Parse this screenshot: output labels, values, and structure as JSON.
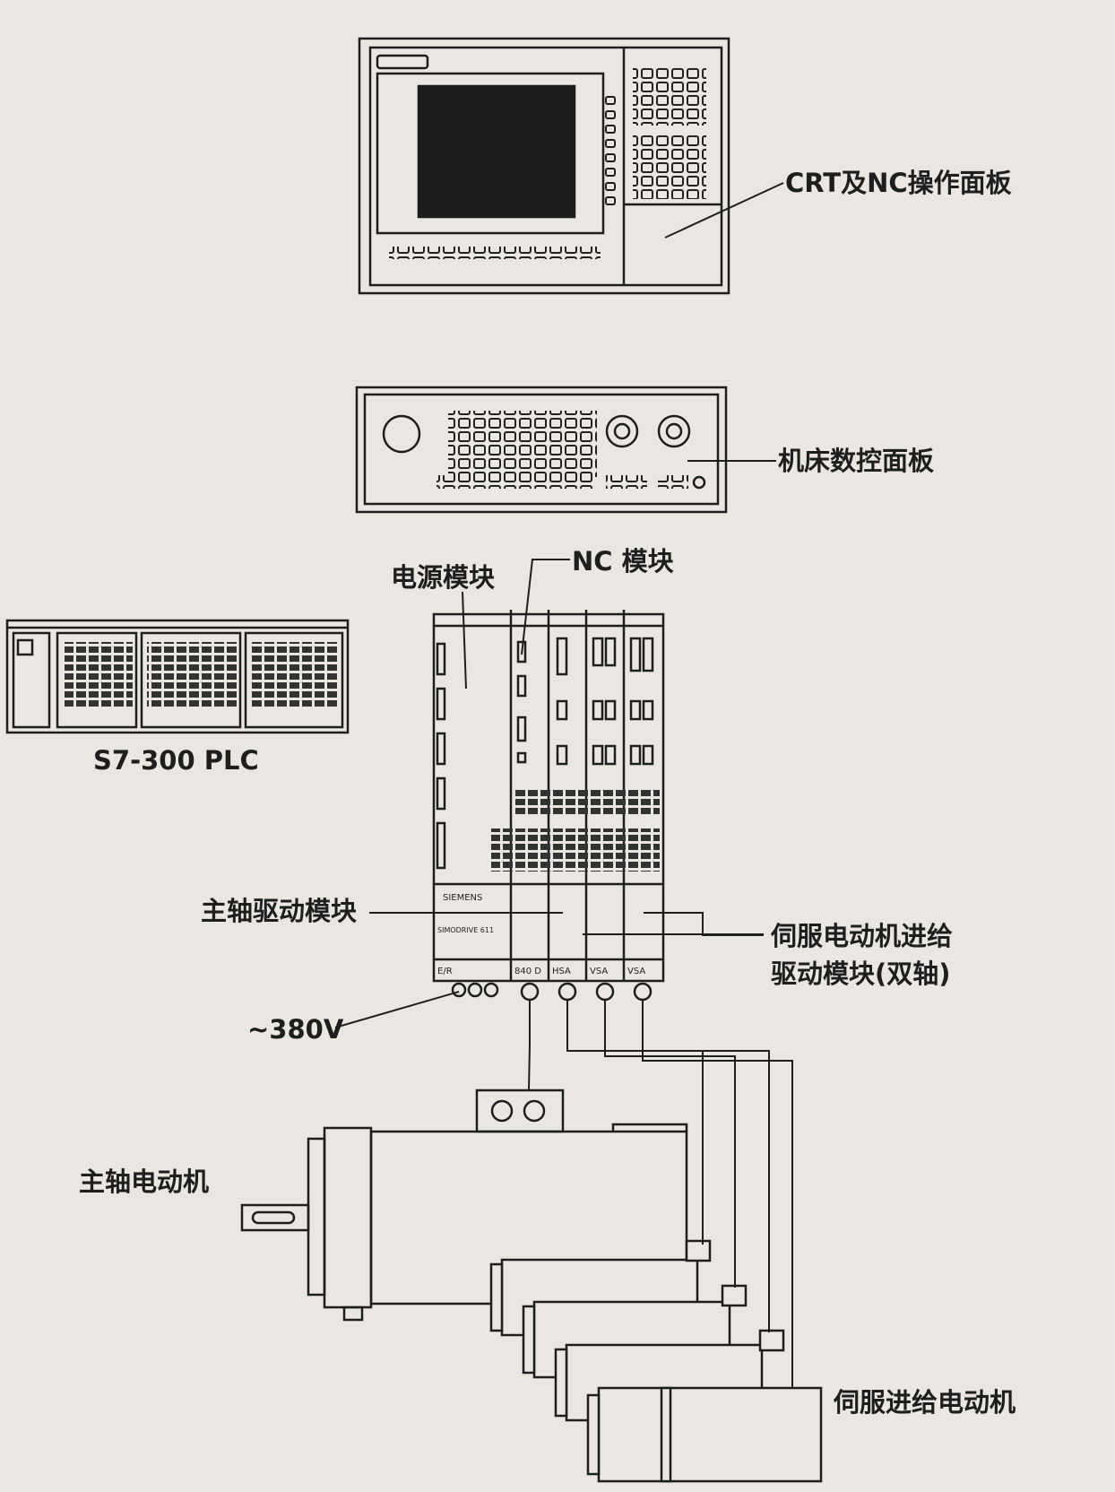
{
  "labels": {
    "crt_panel": "CRT及NC操作面板",
    "machine_panel": "机床数控面板",
    "nc_module": "NC 模块",
    "power_module": "电源模块",
    "plc": "S7-300 PLC",
    "spindle_drive": "主轴驱动模块",
    "servo_drive_line1": "伺服电动机进给",
    "servo_drive_line2": "驱动模块(双轴)",
    "voltage": "~380V",
    "spindle_motor": "主轴电动机",
    "servo_motor": "伺服进给电动机"
  },
  "module_labels": {
    "brand": "SIEMENS",
    "series": "SIMODRIVE 611",
    "slots": [
      "E/R",
      "840 D",
      "HSA",
      "VSA",
      "VSA"
    ]
  }
}
